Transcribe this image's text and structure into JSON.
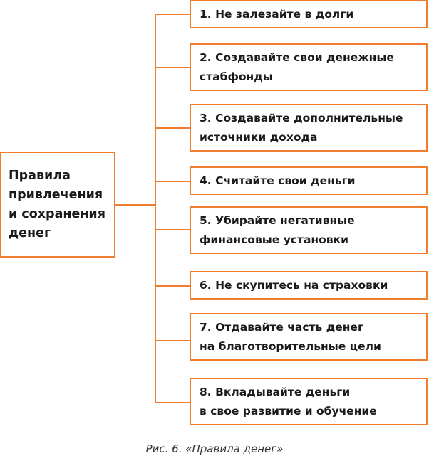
{
  "root": {
    "label": "Правила\nпривлечения\nи сохранения\nденег"
  },
  "rules": [
    {
      "label": "1. Не залезайте в долги"
    },
    {
      "label": "2. Создавайте свои денежные\n    стабфонды"
    },
    {
      "label": "3. Создавайте дополнительные\n    источники дохода"
    },
    {
      "label": "4. Считайте свои деньги"
    },
    {
      "label": "5. Убирайте негативные\n    финансовые установки"
    },
    {
      "label": "6. Не скупитесь на страховки"
    },
    {
      "label": "7. Отдавайте часть денег\n    на благотворительные цели"
    },
    {
      "label": "8. Вкладывайте деньги\n    в свое развитие и обучение"
    }
  ],
  "caption": "Рис. 6. «Правила денег»",
  "colors": {
    "accent": "#ef7d2d"
  }
}
